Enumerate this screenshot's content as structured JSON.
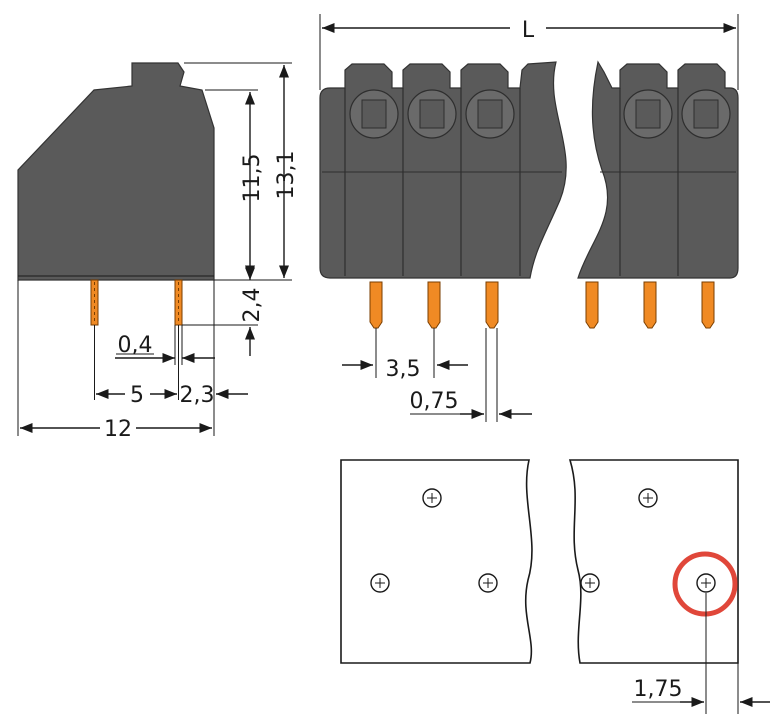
{
  "dimensions": {
    "length": "L",
    "height_total": "13,1",
    "height_body": "11,5",
    "pin_length": "2,4",
    "pin_width": "0,4",
    "pin_spacing_side": "5",
    "pin_offset": "2,3",
    "depth": "12",
    "pitch": "3,5",
    "pin_thickness": "0,75",
    "edge_offset": "1,75"
  },
  "colors": {
    "housing": "#5a5a5a",
    "pins": "#f08a24",
    "highlight": "#e0473a"
  }
}
